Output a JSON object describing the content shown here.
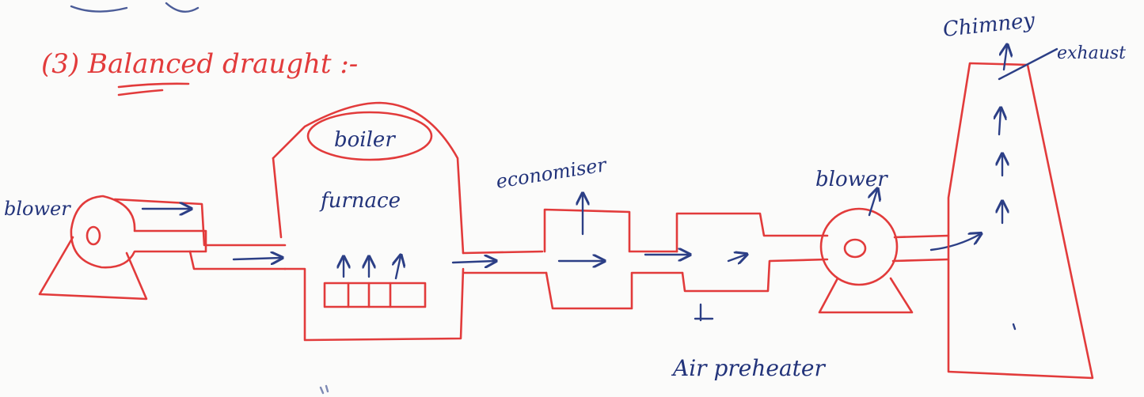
{
  "colors": {
    "ink_red": "#e23b3b",
    "ink_blue": "#22337a",
    "paper": "#fbfbfa"
  },
  "heading": "(3) Balanced draught :-",
  "labels": {
    "blower_left": "blower",
    "boiler": "boiler",
    "furnace": "furnace",
    "economiser": "economiser",
    "blower_right": "blower",
    "air_preheater": "Air preheater",
    "chimney": "Chimney",
    "exhaust": "exhaust"
  }
}
